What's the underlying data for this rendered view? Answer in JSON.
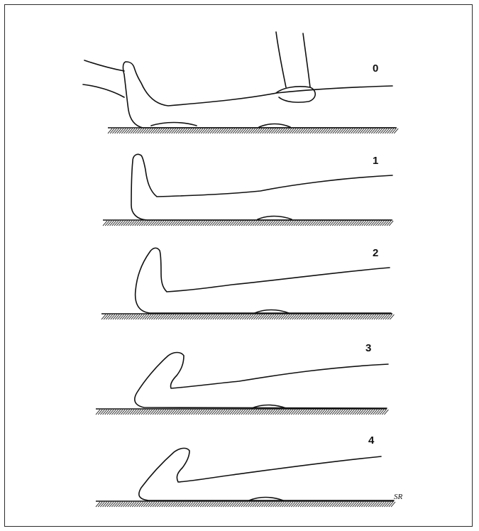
{
  "figure": {
    "stages": [
      {
        "label": "0"
      },
      {
        "label": "1"
      },
      {
        "label": "2"
      },
      {
        "label": "3"
      },
      {
        "label": "4"
      }
    ],
    "signature": "SR"
  }
}
